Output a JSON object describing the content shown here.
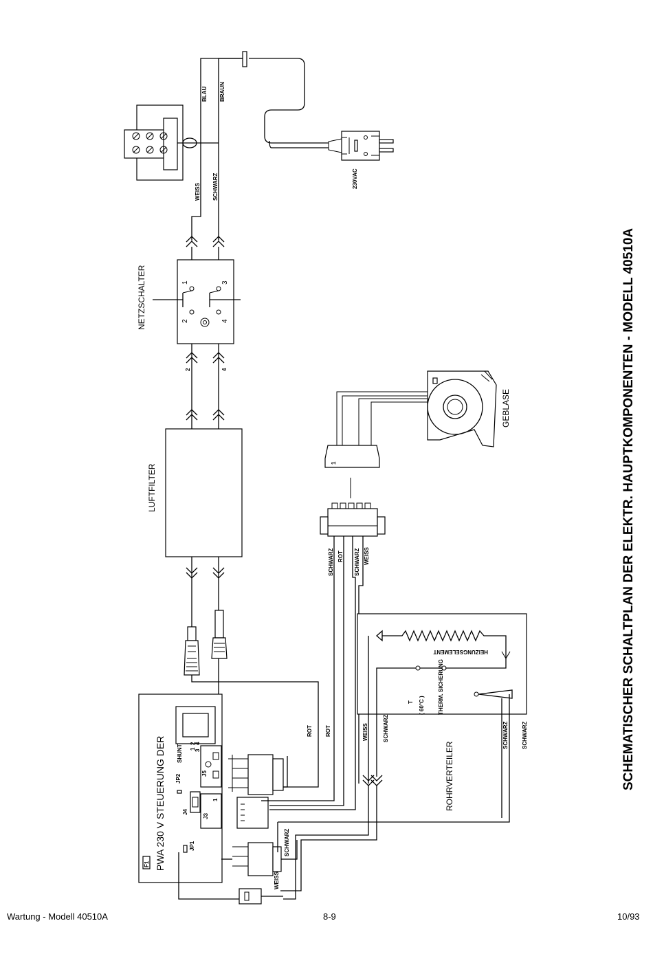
{
  "title": "SCHEMATISCHER SCHALTPLAN DER ELEKTR. HAUPTKOMPONENTEN - MODELL 40510A",
  "footer": {
    "left": "Wartung - Modell 40510A",
    "center": "8-9",
    "right": "10/93"
  },
  "components": {
    "netzschalter": "NETZSCHALTER",
    "luftfilter": "LUFTFILTER",
    "geblase": "GEBLASE",
    "rohrverteiler": "ROHRVERTEILER",
    "heizungselement": "HEIZUNGSELEMENT",
    "thermosicherung": "THERM. SICHERUNG",
    "temperature_t": "T",
    "temperature": "( 60°C )",
    "plug_voltage": "230VAC",
    "pwa": "PWA 230 V STEUERUNG DER"
  },
  "pwa_labels": {
    "jp1": "JP1",
    "jp2": "JP2",
    "shunt": "SHUNT",
    "j3": "J3",
    "j4": "J4",
    "j5": "J5",
    "pin1": "1",
    "pin2": "2",
    "pin3": "3",
    "pin4": "4",
    "fuse": "F1"
  },
  "wires": {
    "blau": "BLAU",
    "braun": "BRAUN",
    "weiss": "WEISS",
    "schwarz": "SCHWARZ",
    "rot": "ROT"
  },
  "switch_pins": {
    "p1": "1",
    "p2": "2",
    "p3": "3",
    "p4": "4"
  },
  "filter_pins": {
    "p2": "2",
    "p4": "4"
  },
  "connector_pin": "1"
}
